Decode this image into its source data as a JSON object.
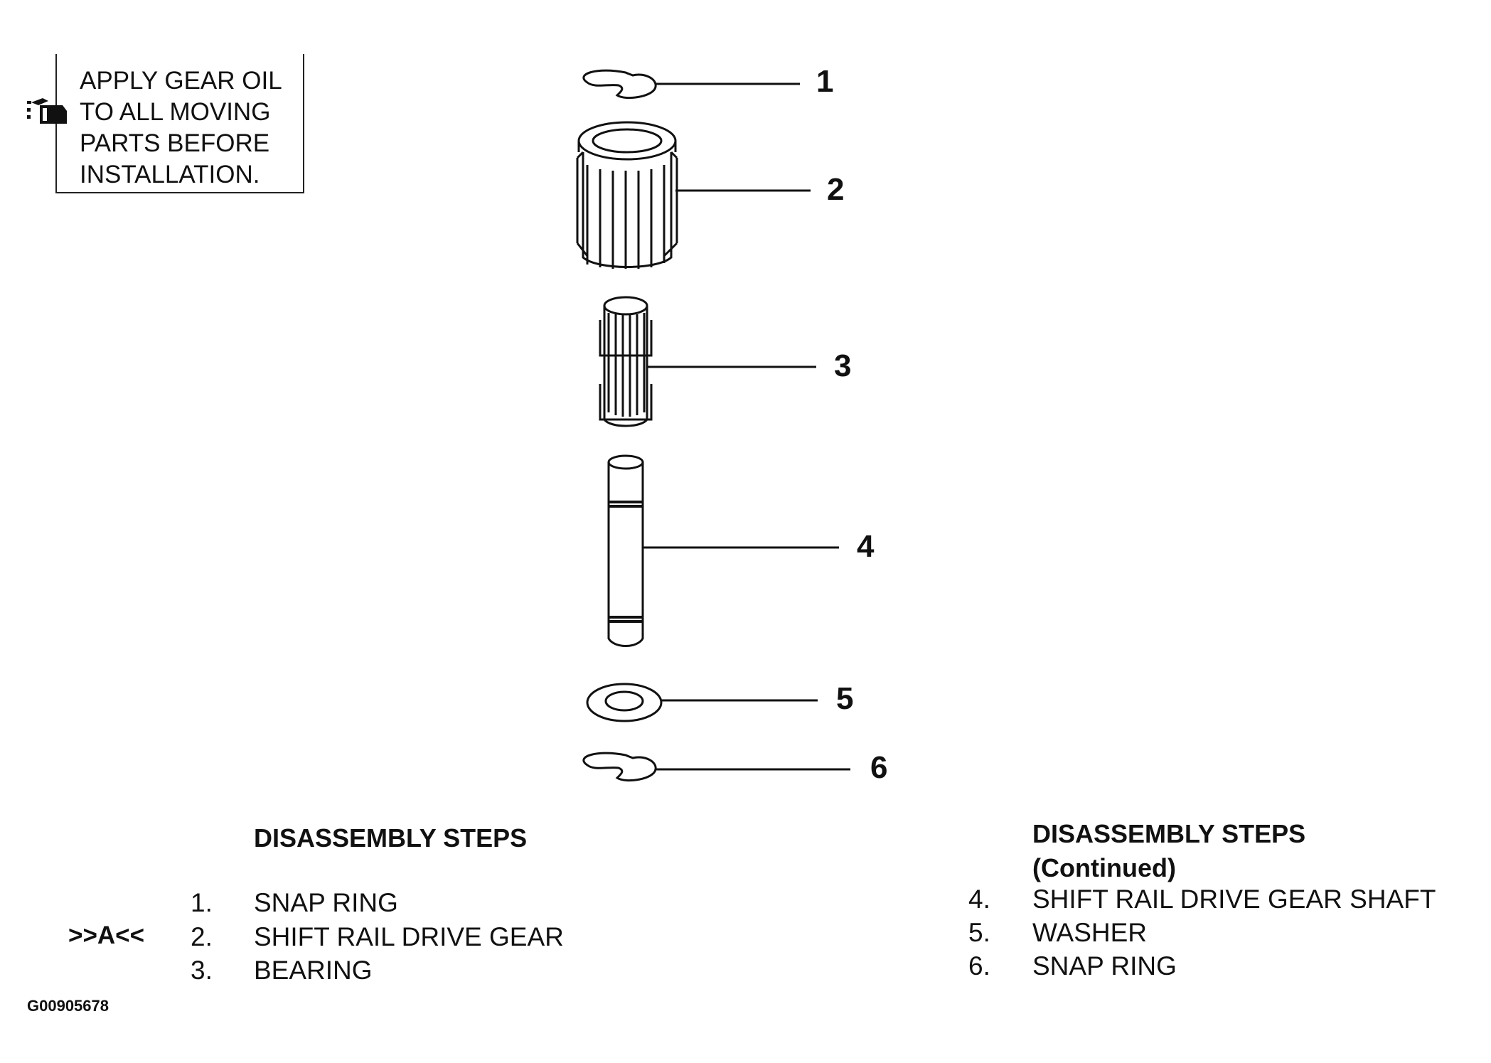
{
  "note": {
    "lines": [
      "APPLY GEAR OIL",
      "TO ALL MOVING",
      "PARTS BEFORE",
      "INSTALLATION."
    ],
    "icon": "oil-can-icon"
  },
  "callouts": [
    "1",
    "2",
    "3",
    "4",
    "5",
    "6"
  ],
  "left_section": {
    "title": "DISASSEMBLY STEPS",
    "steps": [
      {
        "num": "1.",
        "label": "SNAP RING",
        "marker": ""
      },
      {
        "num": "2.",
        "label": "SHIFT RAIL DRIVE GEAR",
        "marker": ">>A<<"
      },
      {
        "num": "3.",
        "label": "BEARING",
        "marker": ""
      }
    ]
  },
  "right_section": {
    "title": "DISASSEMBLY STEPS",
    "subtitle": "(Continued)",
    "steps": [
      {
        "num": "4.",
        "label": "SHIFT RAIL DRIVE GEAR SHAFT"
      },
      {
        "num": "5.",
        "label": "WASHER"
      },
      {
        "num": "6.",
        "label": "SNAP RING"
      }
    ]
  },
  "figure_id": "G00905678",
  "colors": {
    "ink": "#111111",
    "background": "#ffffff"
  }
}
